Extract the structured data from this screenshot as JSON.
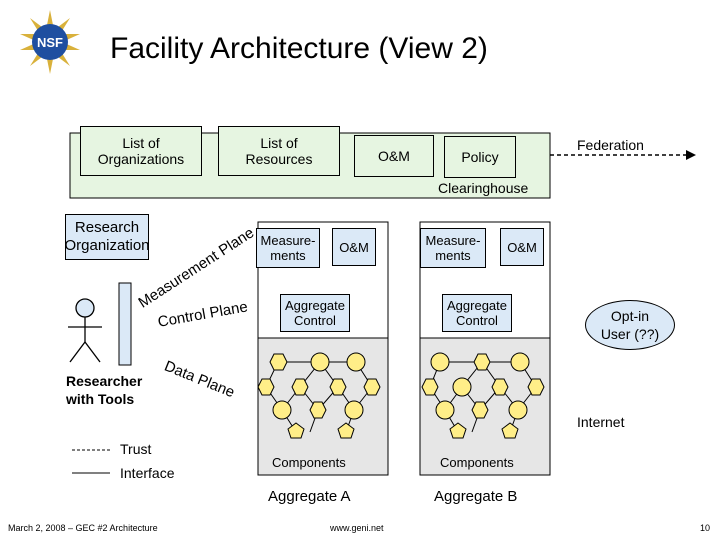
{
  "title": "Facility Architecture (View 2)",
  "clearinghouse": {
    "list_orgs": "List of\nOrganizations",
    "list_resources": "List of\nResources",
    "om": "O&M",
    "policy": "Policy",
    "label": "Clearinghouse",
    "federation": "Federation"
  },
  "research_org": "Research\nOrganization",
  "planes": {
    "measurement": "Measurement Plane",
    "control": "Control Plane",
    "data": "Data Plane"
  },
  "researcher": "Researcher\nwith Tools",
  "legend": {
    "trust": "Trust",
    "interface": "Interface"
  },
  "aggregate_a": {
    "measurements": "Measure-\nments",
    "om": "O&M",
    "control": "Aggregate\nControl",
    "components": "Components",
    "label": "Aggregate A"
  },
  "aggregate_b": {
    "measurements": "Measure-\nments",
    "om": "O&M",
    "control": "Aggregate\nControl",
    "components": "Components",
    "label": "Aggregate B"
  },
  "optin": "Opt-in\nUser (??)",
  "internet": "Internet",
  "footer": {
    "left": "March 2, 2008 – GEC #2 Architecture",
    "mid": "www.geni.net",
    "page": "10"
  },
  "colors": {
    "clearinghouse_bg": "#e6f5e1",
    "box_blue": "#dbe9f7",
    "component_yellow": "#ffee88",
    "aggregate_gray": "#e6e6e6"
  }
}
